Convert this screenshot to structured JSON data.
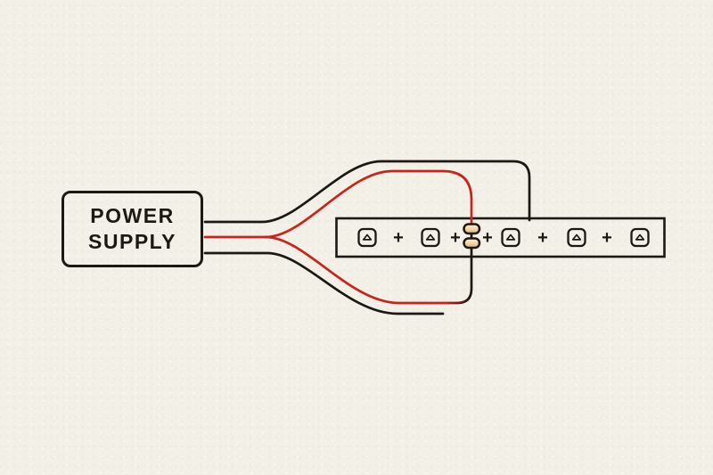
{
  "power_supply": {
    "line1": "POWER",
    "line2": "SUPPLY"
  },
  "led_strip": {
    "module_count": 5,
    "plus_symbol": "+",
    "solder_pad_count": 2
  },
  "wires": {
    "positive_color_name": "red",
    "negative_color_name": "black"
  },
  "colors": {
    "background": "#f3f0e7",
    "line_black": "#1c1814",
    "wire_red": "#c8241a",
    "pad_fill_light": "#f9f0da",
    "pad_fill_mid": "#efd6a4",
    "pad_fill_dark": "#e2b164"
  }
}
